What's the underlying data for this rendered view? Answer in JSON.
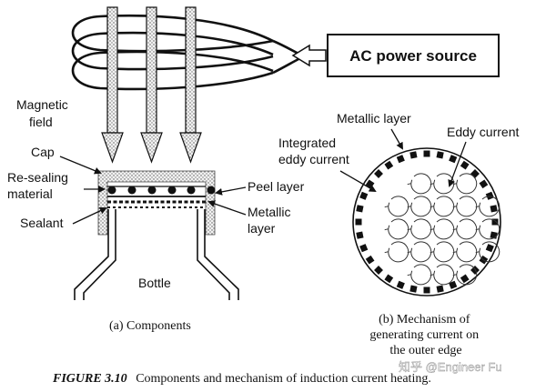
{
  "figure": {
    "power_source": "AC power source",
    "magnetic_field": [
      "Magnetic",
      "field"
    ],
    "cap": "Cap",
    "resealing_material": [
      "Re-sealing",
      "material"
    ],
    "sealant": "Sealant",
    "peel_layer": "Peel layer",
    "metallic_layer_left": [
      "Metallic",
      "layer"
    ],
    "bottle": "Bottle",
    "caption_a": "(a) Components",
    "metallic_layer_right": "Metallic layer",
    "eddy_current": "Eddy current",
    "integrated_eddy_current": [
      "Integrated",
      "eddy current"
    ],
    "caption_b": [
      "(b) Mechanism of",
      "generating current on",
      "the outer edge"
    ],
    "figure_number": "FIGURE 3.10",
    "figure_caption": "Components and mechanism of induction current heating.",
    "watermark": "知乎 @Engineer Fu"
  }
}
